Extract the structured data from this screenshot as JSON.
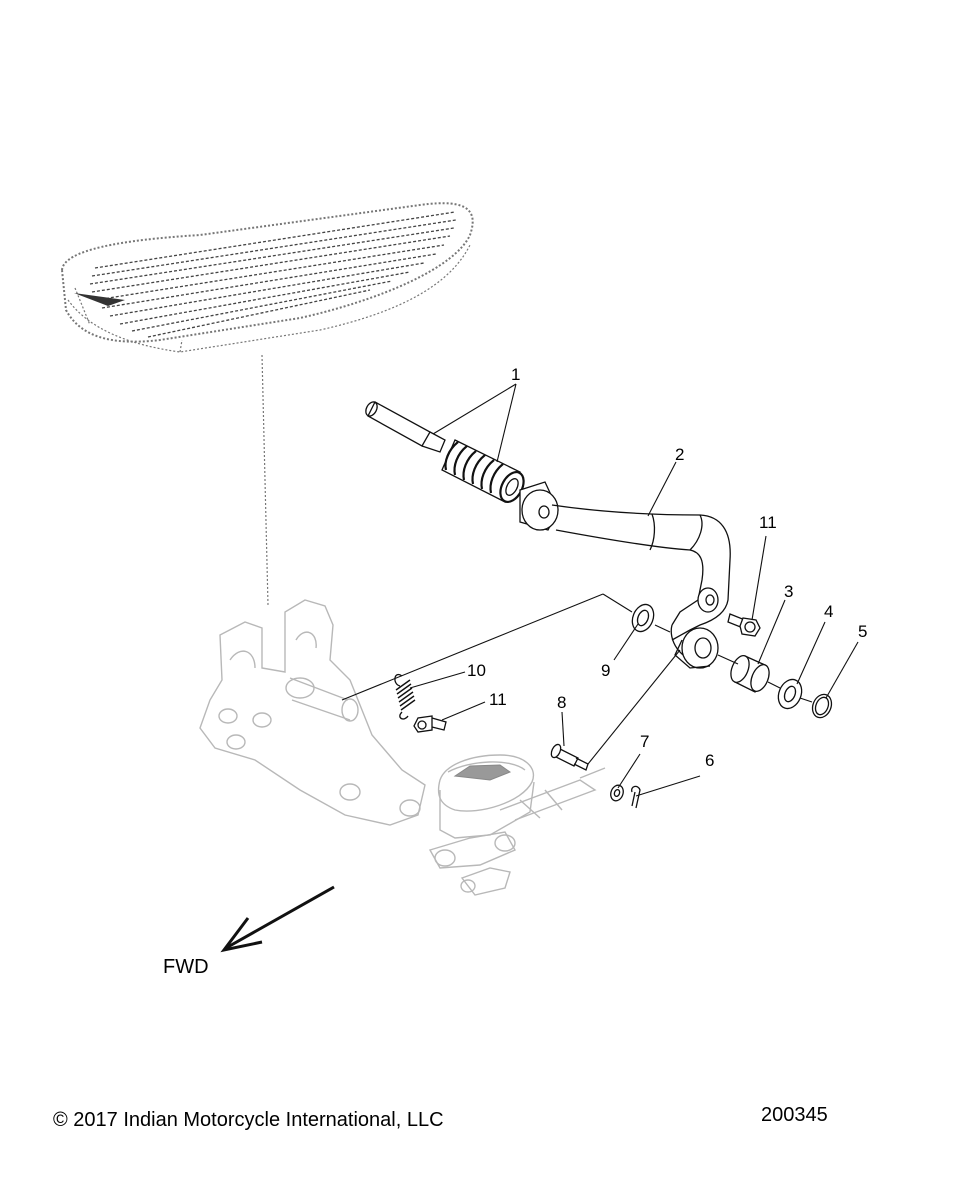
{
  "diagram": {
    "callouts": [
      "1",
      "2",
      "3",
      "4",
      "5",
      "6",
      "7",
      "8",
      "9",
      "10",
      "11",
      "11"
    ],
    "direction_label": "FWD",
    "copyright": "© 2017 Indian Motorcycle International, LLC",
    "figure_number": "200345"
  }
}
